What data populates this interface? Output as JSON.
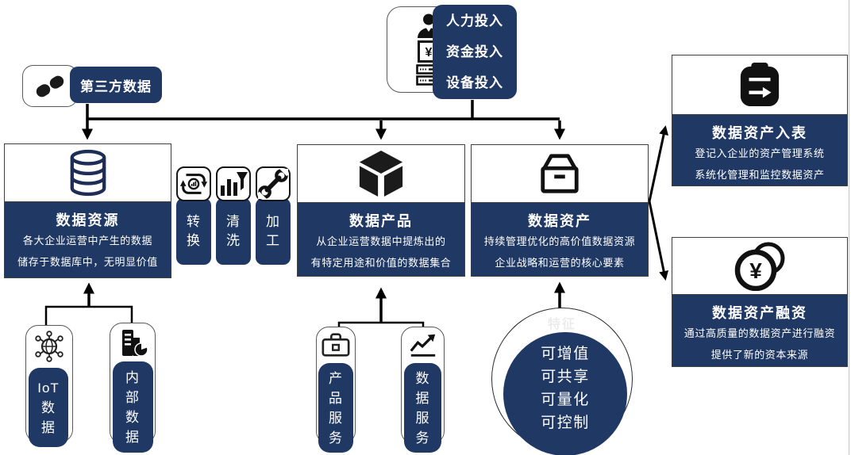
{
  "colors": {
    "navy": "#203864",
    "ink": "#111111",
    "feature_label_gray": "#ececec"
  },
  "symbols": {
    "yen": "¥"
  },
  "inputs_panel": {
    "items": [
      "人力投入",
      "资金投入",
      "设备投入"
    ],
    "icons": [
      "person-icon",
      "yen-box-icon",
      "cash-icon"
    ]
  },
  "third_party": {
    "label": "第三方数据",
    "icon": "link-icon"
  },
  "main_boxes": [
    {
      "title": "数据资源",
      "icon": "database-icon",
      "lines": [
        "各大企业运营中产生的数据",
        "储存于数据库中，无明显价值"
      ]
    },
    {
      "title": "数据产品",
      "icon": "cube-icon",
      "lines": [
        "从企业运营数据中提炼出的",
        "有特定用途和价值的数据集合"
      ]
    },
    {
      "title": "数据资产",
      "icon": "archive-box-icon",
      "lines": [
        "持续管理优化的高价值数据资源",
        "企业战略和运营的核心要素"
      ]
    }
  ],
  "process_steps": [
    {
      "label": "转换",
      "chars": [
        "转",
        "换"
      ],
      "icon": "sync-icon"
    },
    {
      "label": "清洗",
      "chars": [
        "清",
        "洗"
      ],
      "icon": "filter-bars-icon"
    },
    {
      "label": "加工",
      "chars": [
        "加",
        "工"
      ],
      "icon": "wrench-icon"
    }
  ],
  "sources": [
    {
      "label": "IoT数据",
      "chars": [
        "IoT",
        "数",
        "据"
      ],
      "icon": "iot-network-icon"
    },
    {
      "label": "内部数据",
      "chars": [
        "内",
        "部",
        "数",
        "据"
      ],
      "icon": "building-pie-icon"
    }
  ],
  "services": [
    {
      "label": "产品服务",
      "chars": [
        "产",
        "品",
        "服",
        "务"
      ],
      "icon": "briefcase-icon"
    },
    {
      "label": "数据服务",
      "chars": [
        "数",
        "据",
        "服",
        "务"
      ],
      "icon": "chart-up-icon"
    }
  ],
  "features": {
    "label": "特征",
    "items": [
      "可增值",
      "可共享",
      "可量化",
      "可控制"
    ]
  },
  "outcome_boxes": [
    {
      "title": "数据资产入表",
      "icon": "clipboard-arrow-icon",
      "lines": [
        "登记入企业的资产管理系统",
        "系统化管理和监控数据资产"
      ]
    },
    {
      "title": "数据资产融资",
      "icon": "yen-coins-icon",
      "lines": [
        "通过高质量的数据资产进行融资",
        "提供了新的资本来源"
      ]
    }
  ]
}
